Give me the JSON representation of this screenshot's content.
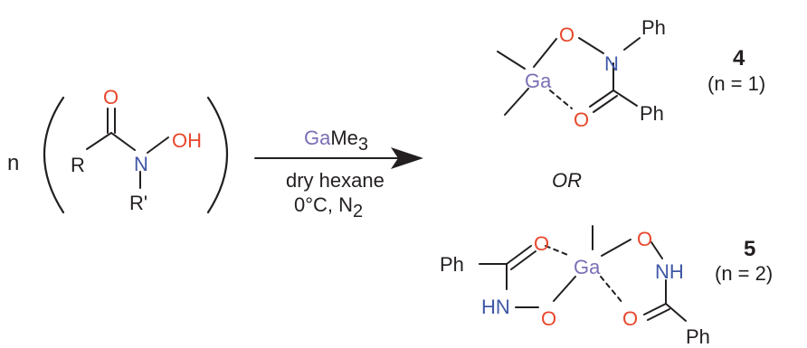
{
  "reactant": {
    "coefficient": "n",
    "atoms": {
      "O_carbonyl": "O",
      "R": "R",
      "N": "N",
      "OH": "OH",
      "R_prime": "R'"
    }
  },
  "reaction": {
    "reagent_el": "Ga",
    "reagent_group": "Me",
    "reagent_sub": "3",
    "solvent": "dry hexane",
    "conditions": "0°C, N",
    "conditions_sub": "2"
  },
  "separator": "OR",
  "product_4": {
    "label": "4",
    "n_value": "(n = 1)",
    "atoms": {
      "O_top": "O",
      "N": "N",
      "Ph_top": "Ph",
      "Ga": "Ga",
      "O_bottom": "O",
      "Ph_bottom": "Ph"
    }
  },
  "product_5": {
    "label": "5",
    "n_value": "(n = 2)",
    "atoms": {
      "Ph_left": "Ph",
      "O_left": "O",
      "Ga": "Ga",
      "O_right_top": "O",
      "NH_right": "NH",
      "HN_left": "HN",
      "O_left_bottom": "O",
      "O_right_bottom": "O",
      "Ph_right": "Ph"
    }
  },
  "colors": {
    "oxygen": "#e8472c",
    "nitrogen": "#3f57a6",
    "gallium": "#7a6fb5",
    "bond": "#231f20"
  }
}
